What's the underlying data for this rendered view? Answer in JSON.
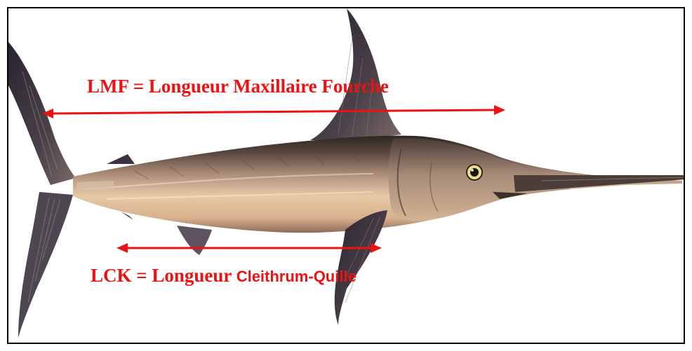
{
  "diagram": {
    "measurements": [
      {
        "id": "lmf",
        "label_serif": "LMF = Longueur Maxillaire Fourche",
        "label_sans": ""
      },
      {
        "id": "lck",
        "label_serif": "LCK = Longueur ",
        "label_sans": "Cleithrum-Quille"
      }
    ]
  },
  "colors": {
    "annotation": "#ee1111",
    "frame": "#000000",
    "fish_back": "#3a2e2a",
    "fish_belly": "#e6c7a2",
    "fish_mid": "#a98774",
    "fins": "#3b3440"
  },
  "icons": {
    "subject": "swordfish-illustration",
    "arrow": "double-headed-arrow"
  }
}
